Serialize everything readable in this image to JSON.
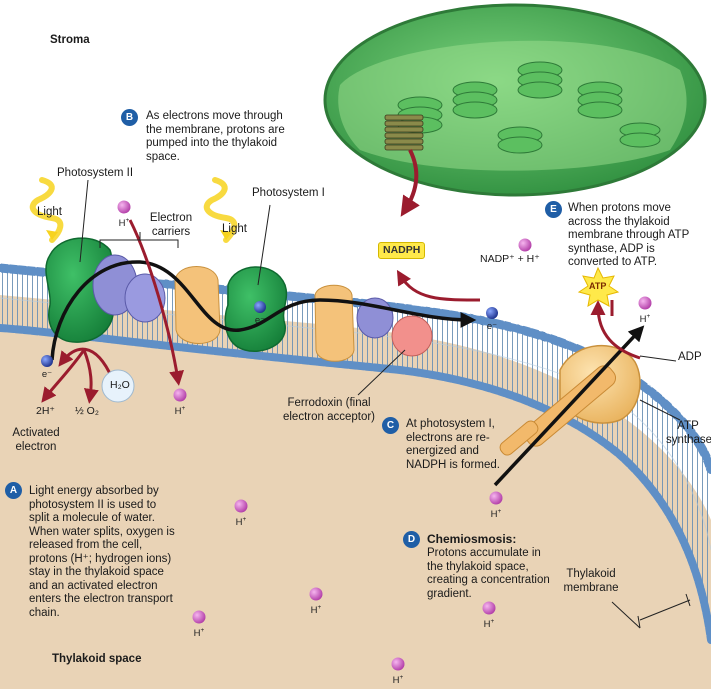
{
  "regions": {
    "stroma": "Stroma",
    "thylakoid_space": "Thylakoid space"
  },
  "labels": {
    "photosystem_ii": "Photosystem II",
    "photosystem_i": "Photosystem I",
    "light_1": "Light",
    "light_2": "Light",
    "electron_carriers": "Electron carriers",
    "h2o": "H₂O",
    "two_h": "2H⁺",
    "half_o2": "½ O₂",
    "activated_electron": "Activated electron",
    "ferredoxin": "Ferrodoxin (final electron acceptor)",
    "nadph": "NADPH",
    "nadp_plus": "NADP⁺ + H⁺",
    "atp": "ATP",
    "adp": "ADP",
    "atp_synthase": "ATP synthase",
    "thylakoid_membrane": "Thylakoid membrane",
    "electron_symbol": "e⁻",
    "proton": "H",
    "proton_charge": "+"
  },
  "steps": {
    "a": {
      "letter": "A",
      "text": "Light energy absorbed by photosystem II is used to split a molecule of water. When water splits, oxygen is released from the cell, protons (H⁺; hydrogen ions) stay in the thylakoid space and an activated electron enters the electron transport chain."
    },
    "b": {
      "letter": "B",
      "text": "As electrons move through the membrane, protons are pumped into the thylakoid space."
    },
    "c": {
      "letter": "C",
      "text": "At photosystem I, electrons are re-energized and NADPH is formed."
    },
    "d": {
      "letter": "D",
      "title": "Chemiosmosis:",
      "text": "Protons accumulate in the thylakoid space, creating a concentration gradient."
    },
    "e": {
      "letter": "E",
      "text": "When protons move across the thylakoid membrane through ATP synthase, ADP is converted to ATP."
    }
  },
  "colors": {
    "stroma": "#ffffff",
    "thylakoid_space": "#e9d3b6",
    "membrane": "#7fa6c8",
    "photosystem": "#27a049",
    "carrier": "#8f8fd6",
    "cytochrome": "#f4c27a",
    "ferredoxin": "#f2908c",
    "arrow": "#9b1c2e",
    "badge": "#1f5ea6"
  }
}
